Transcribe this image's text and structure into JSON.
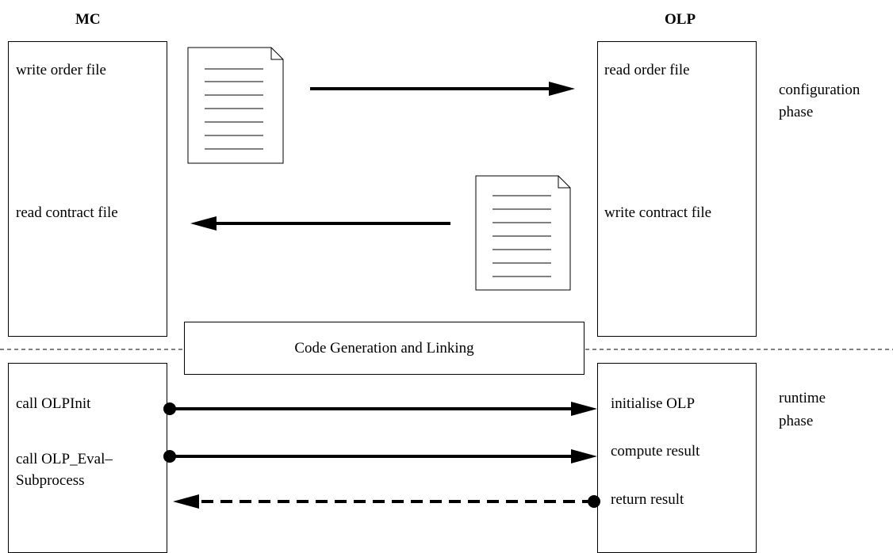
{
  "headers": {
    "left": "MC",
    "right": "OLP"
  },
  "config": {
    "mc_write_order": "write order file",
    "mc_read_contract": "read contract file",
    "olp_read_order": "read order file",
    "olp_write_contract": "write contract file",
    "phase_line1": "configuration",
    "phase_line2": "phase"
  },
  "codegen": {
    "label": "Code Generation and Linking"
  },
  "runtime": {
    "mc_call_init": "call OLPInit",
    "mc_call_eval_line1": "call OLP_Eval–",
    "mc_call_eval_line2": "Subprocess",
    "olp_init": "initialise OLP",
    "olp_compute": "compute result",
    "olp_return": "return result",
    "phase_line1": "runtime",
    "phase_line2": "phase"
  }
}
